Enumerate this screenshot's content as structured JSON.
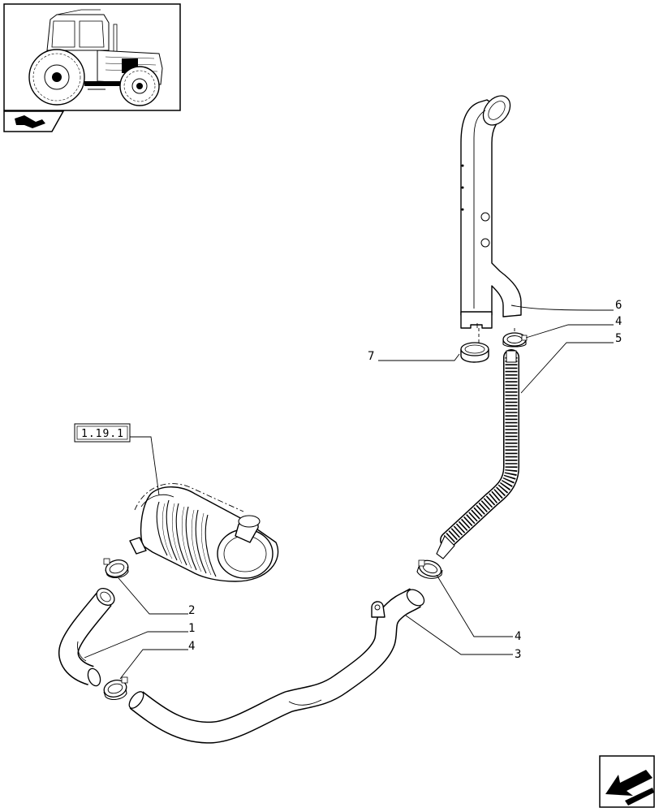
{
  "callouts": {
    "c1": "1",
    "c2": "2",
    "c3": "3",
    "c4a": "4",
    "c4b": "4",
    "c4c": "4",
    "c5": "5",
    "c6": "6",
    "c7": "7"
  },
  "reference_box": "1.19.1",
  "icons": {
    "thumbnail": "tractor-thumbnail-icon",
    "section_tab": "section-tab-icon",
    "nav": "previous-page-arrow-icon"
  }
}
